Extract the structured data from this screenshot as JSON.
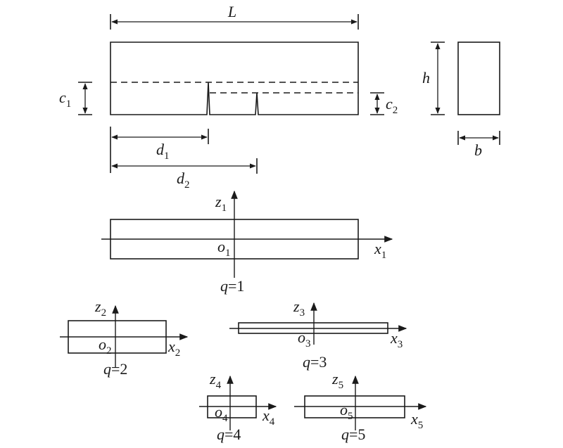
{
  "dimensions": {
    "length": "L",
    "height": "h",
    "width": "b",
    "crack1_depth": {
      "sym": "c",
      "sub": "1"
    },
    "crack2_depth": {
      "sym": "c",
      "sub": "2"
    },
    "crack1_position": {
      "sym": "d",
      "sub": "1"
    },
    "crack2_position": {
      "sym": "d",
      "sub": "2"
    }
  },
  "segments": [
    {
      "z": {
        "sym": "z",
        "sub": "1"
      },
      "x": {
        "sym": "x",
        "sub": "1"
      },
      "o": {
        "sym": "o",
        "sub": "1"
      },
      "q_label": "q",
      "q_value": "=1"
    },
    {
      "z": {
        "sym": "z",
        "sub": "2"
      },
      "x": {
        "sym": "x",
        "sub": "2"
      },
      "o": {
        "sym": "o",
        "sub": "2"
      },
      "q_label": "q",
      "q_value": "=2"
    },
    {
      "z": {
        "sym": "z",
        "sub": "3"
      },
      "x": {
        "sym": "x",
        "sub": "3"
      },
      "o": {
        "sym": "o",
        "sub": "3"
      },
      "q_label": "q",
      "q_value": "=3"
    },
    {
      "z": {
        "sym": "z",
        "sub": "4"
      },
      "x": {
        "sym": "x",
        "sub": "4"
      },
      "o": {
        "sym": "o",
        "sub": "4"
      },
      "q_label": "q",
      "q_value": "=4"
    },
    {
      "z": {
        "sym": "z",
        "sub": "5"
      },
      "x": {
        "sym": "x",
        "sub": "5"
      },
      "o": {
        "sym": "o",
        "sub": "5"
      },
      "q_label": "q",
      "q_value": "=5"
    }
  ]
}
